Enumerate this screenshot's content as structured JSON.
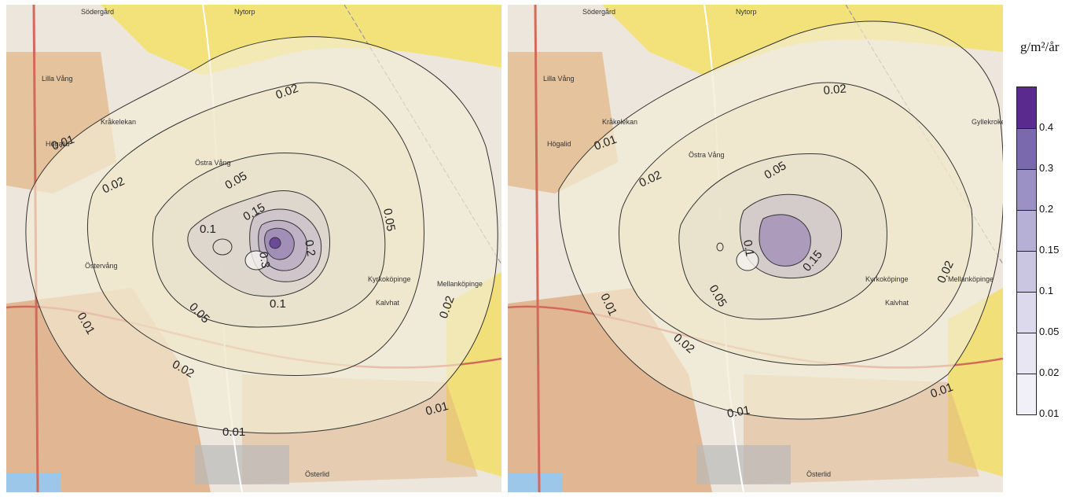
{
  "left_map": {
    "places": [
      "Södergård",
      "Nytorp",
      "Lilla Vång",
      "Kråkelekan",
      "Högalid",
      "Östra Vång",
      "Kyrkoköpinge",
      "Mellanköpinge",
      "Östervång",
      "Österlid",
      "Kalvhat"
    ],
    "contour_labels": [
      "0.01",
      "0.02",
      "0.05",
      "0.1",
      "0.15",
      "0.2",
      "0.3"
    ]
  },
  "right_map": {
    "places": [
      "Södergård",
      "Nytorp",
      "Lilla Vång",
      "Kråkelekan",
      "Högalid",
      "Östra Vång",
      "Kyrkoköpinge",
      "Mellanköpinge",
      "Österlid",
      "Kalvhat",
      "Gyllekroken"
    ],
    "contour_labels": [
      "0.01",
      "0.02",
      "0.05",
      "0.1",
      "0.15"
    ]
  },
  "legend": {
    "unit": "g/m²/år",
    "ticks": [
      "0.4",
      "0.3",
      "0.2",
      "0.15",
      "0.1",
      "0.05",
      "0.02",
      "0.01"
    ],
    "colors": [
      "#5b2a8f",
      "#7a6aad",
      "#9c91c4",
      "#b6b0d6",
      "#cac6e2",
      "#dcd9ec",
      "#e8e6f3",
      "#f1f0f8"
    ]
  }
}
